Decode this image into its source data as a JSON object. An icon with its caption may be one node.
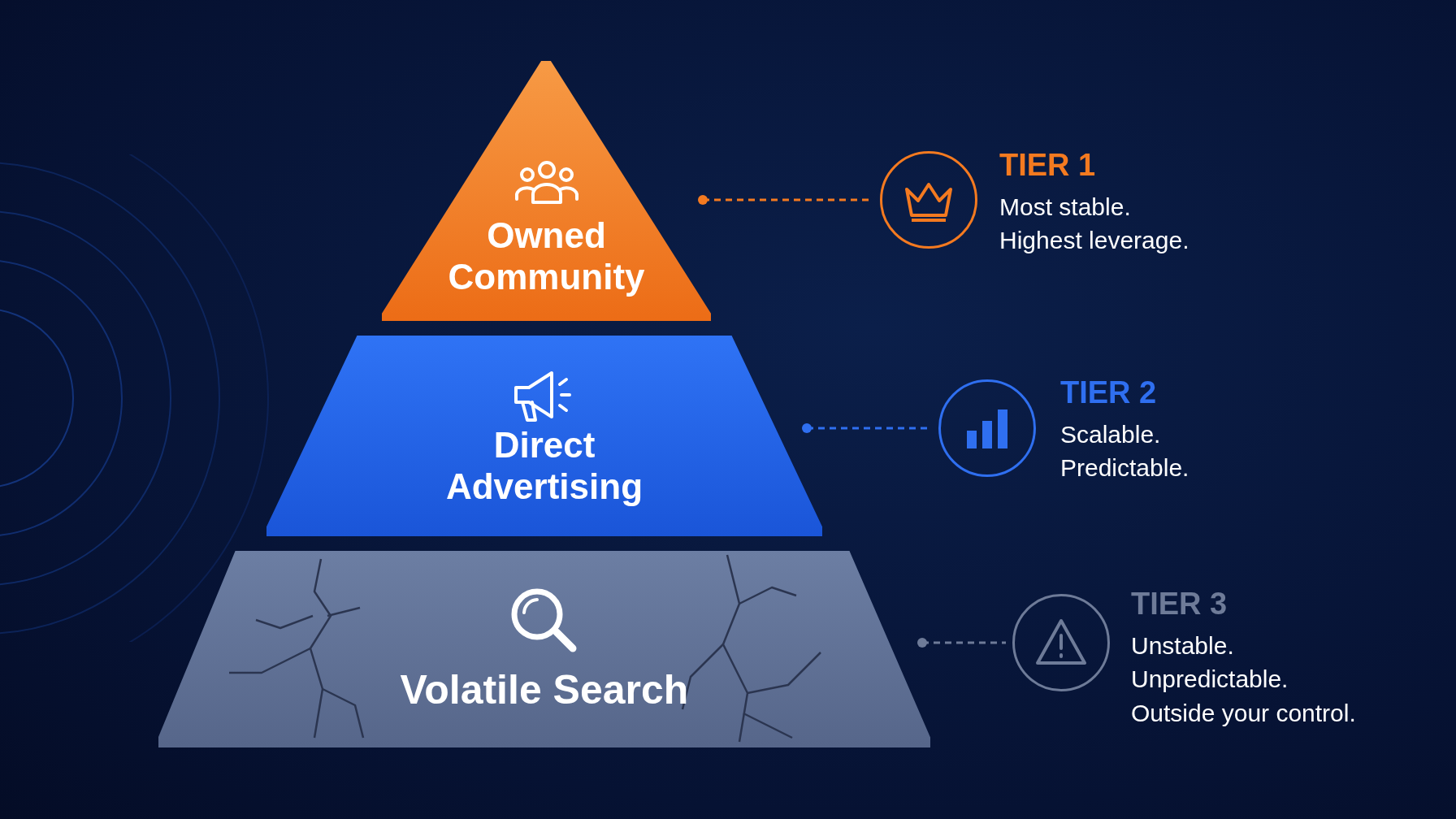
{
  "diagram": {
    "nodes": [
      {
        "text": [
          "Owned Community"
        ]
      },
      {
        "text": [],
        "shape": "circle",
        "beside": [
          "TIER 1",
          "Most stable. Highest leverage."
        ]
      },
      {
        "text": [
          "Direct Advertising"
        ]
      },
      {
        "text": [],
        "shape": "circle",
        "beside": [
          "TIER 2",
          "Scalable. Predictable."
        ]
      },
      {
        "text": [
          "Volatile Search"
        ]
      },
      {
        "text": [],
        "shape": "circle",
        "beside": [
          "TIER 3",
          "Unstable. Unpredictable. Outside your control."
        ]
      }
    ],
    "edges": [
      {
        "from": 0,
        "to": 1,
        "arrow": "other",
        "style": "dashed",
        "color": "#f47a20"
      },
      {
        "from": 2,
        "to": 3,
        "arrow": "other",
        "style": "dashed",
        "color": "#2f6ff0"
      },
      {
        "from": 4,
        "to": 5,
        "arrow": "other",
        "style": "dashed",
        "color": "#6e7b98"
      }
    ]
  }
}
